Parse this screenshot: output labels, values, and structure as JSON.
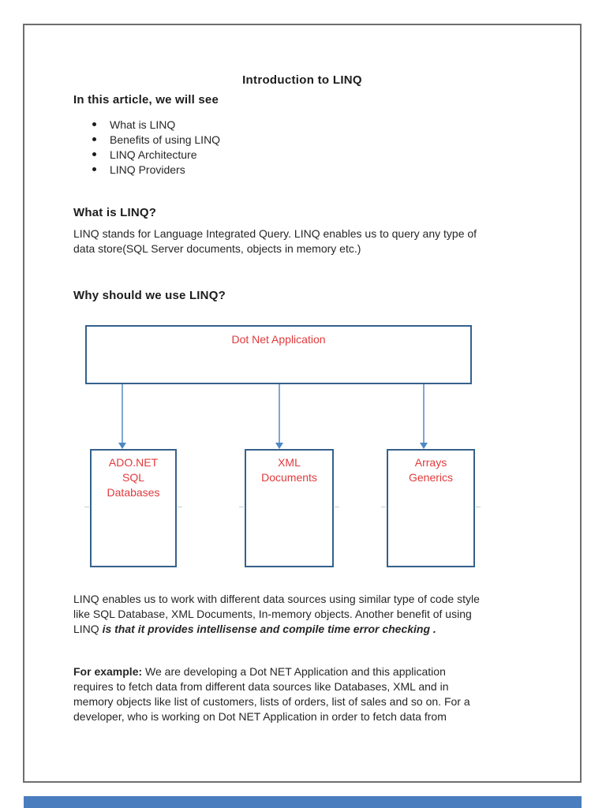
{
  "page": {
    "title": "Introduction to LINQ",
    "intro_heading": "In this article, we will see",
    "bullets": [
      "What is LINQ",
      "Benefits of using LINQ",
      "LINQ Architecture",
      "LINQ Providers"
    ],
    "what_heading": "What is LINQ?",
    "what_para": {
      "line1": "LINQ stands for Language Integrated Query. LINQ enables us to query any type of",
      "line2": "data store(SQL Server documents, objects in memory etc.)"
    },
    "why_heading": "Why should we use LINQ?",
    "benefit_para": {
      "line1": "LINQ enables us to work with different data sources using similar type of code style",
      "line2": "like SQL Database, XML Documents, In-memory objects. Another benefit of using",
      "line3_lead": "LINQ ",
      "line3_emphasis": "is that it provides intellisense and compile time error checking",
      "line3_tail": " ."
    },
    "example_para": {
      "line1_lead": "For example:",
      "line1_rest": " We are developing a Dot NET Application and this application",
      "line2": "requires to fetch data from different data sources like Databases, XML and in",
      "line3": "memory objects like list of customers, lists of orders, list of sales and so on. For a",
      "line4": "developer, who is working on Dot NET Application in order to fetch data from"
    }
  },
  "diagram": {
    "root_box_label": "Dot Net Application",
    "box_ado": {
      "lines": [
        "ADO.NET",
        "SQL",
        "Databases"
      ]
    },
    "box_xml": {
      "lines": [
        "XML",
        "Documents"
      ]
    },
    "box_arrays": {
      "lines": [
        "Arrays",
        "Generics"
      ]
    },
    "colors": {
      "box_border": "#35618c",
      "label_red": "#e03a3c",
      "arrow_line": "#7fa8d2",
      "arrow_head": "#4e88c4"
    }
  },
  "next_page": {
    "strip_color": "#4a7dbe"
  }
}
